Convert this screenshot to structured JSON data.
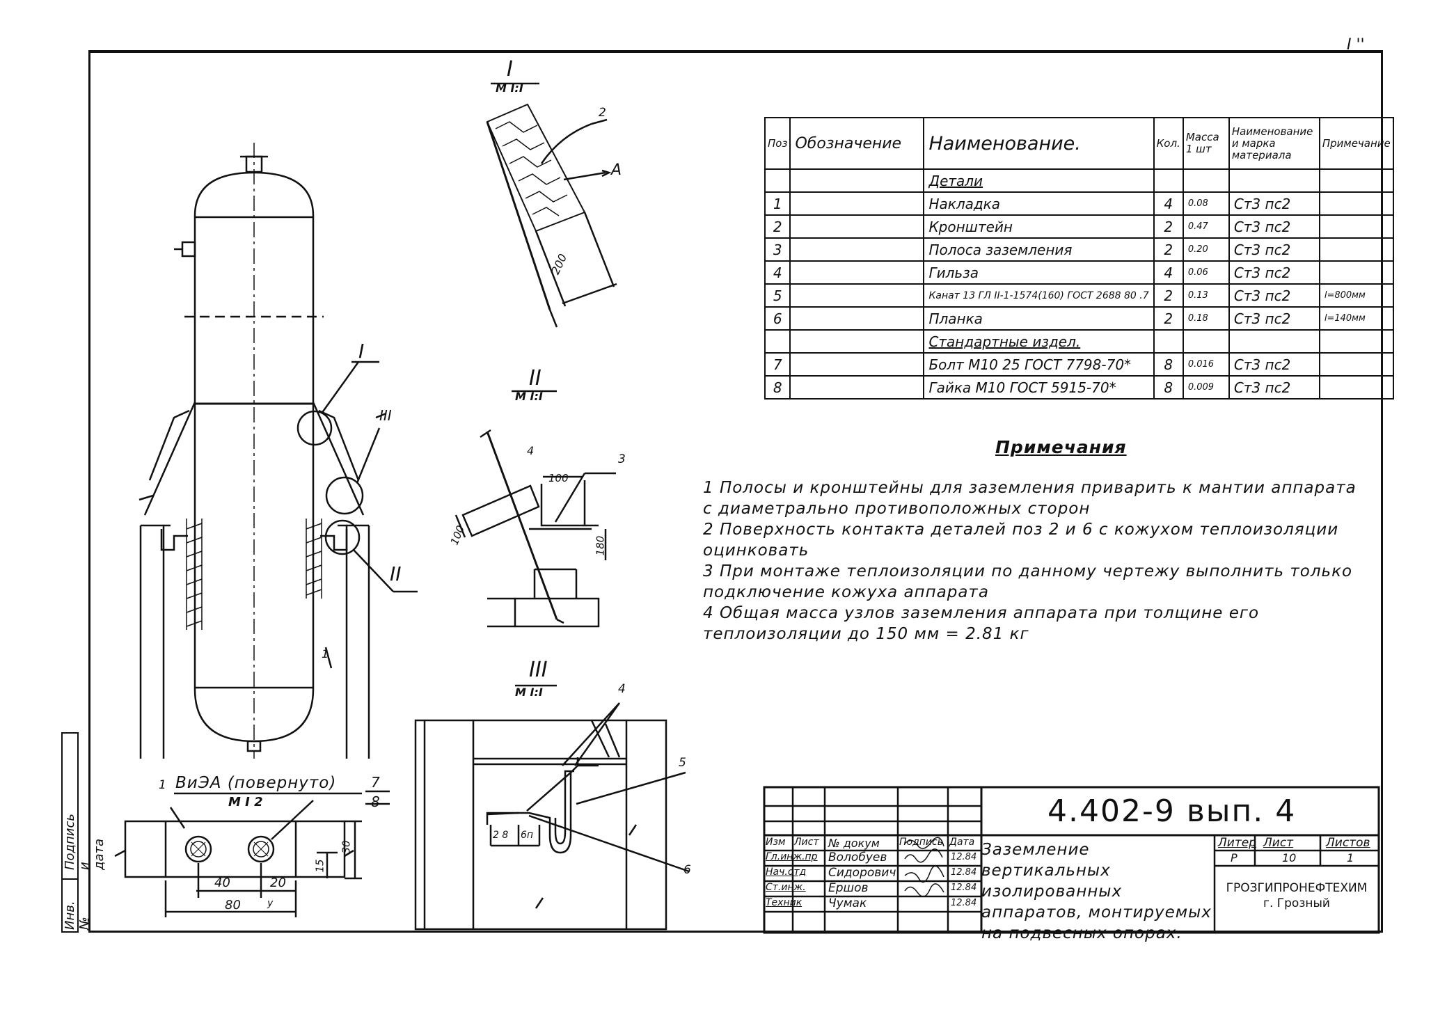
{
  "sheet": {
    "top_right_mark": "I ''"
  },
  "main_view": {
    "callout_1": "I",
    "callout_2": "II",
    "callout_3": "III",
    "leader_1": "1"
  },
  "detail_1": {
    "roman": "I",
    "scale": "M I:I",
    "pos_2": "2",
    "letter_a": "A",
    "dim": "200"
  },
  "detail_2": {
    "roman": "II",
    "scale": "M I:I",
    "pos_4": "4",
    "pos_3": "3",
    "dim_100_top": "100",
    "dim_100_left": "100",
    "dim_180": "180"
  },
  "detail_3": {
    "roman": "III",
    "scale": "M I:I",
    "pos_4": "4",
    "pos_5": "5",
    "pos_6": "6",
    "dim_28": "2 8",
    "dim_6": "6п"
  },
  "view_a": {
    "title": "ВиЭА (повернуто)",
    "scale": "M I 2",
    "pos_1": "1",
    "pos_7": "7",
    "pos_8": "8",
    "dim_40": "40",
    "dim_20": "20",
    "dim_80": "80",
    "dim_15": "15",
    "dim_30": "30",
    "mark_y": "y"
  },
  "spec": {
    "headers": [
      "Поз",
      "Обозначение",
      "Наименование.",
      "Кол.",
      "Масса 1 шт",
      "Наименование и марка материала",
      "Примечание"
    ],
    "rows": [
      {
        "pos": "",
        "desig": "",
        "name": "Детали",
        "qty": "",
        "mass": "",
        "mat": "",
        "note": "",
        "section": true
      },
      {
        "pos": "1",
        "desig": "",
        "name": "Накладка",
        "qty": "4",
        "mass": "0.08",
        "mat": "Ст3 пс2",
        "note": ""
      },
      {
        "pos": "2",
        "desig": "",
        "name": "Кронштейн",
        "qty": "2",
        "mass": "0.47",
        "mat": "Ст3 пс2",
        "note": ""
      },
      {
        "pos": "3",
        "desig": "",
        "name": "Полоса заземления",
        "qty": "2",
        "mass": "0.20",
        "mat": "Ст3 пс2",
        "note": ""
      },
      {
        "pos": "4",
        "desig": "",
        "name": "Гильза",
        "qty": "4",
        "mass": "0.06",
        "mat": "Ст3 пс2",
        "note": ""
      },
      {
        "pos": "5",
        "desig": "",
        "name": "Канат 13 ГЛ II-1-1574(160) ГОСТ 2688 80 .7",
        "qty": "2",
        "mass": "0.13",
        "mat": "Ст3 пс2",
        "note": "l=800мм"
      },
      {
        "pos": "6",
        "desig": "",
        "name": "Планка",
        "qty": "2",
        "mass": "0.18",
        "mat": "Ст3 пс2",
        "note": "l=140мм"
      },
      {
        "pos": "",
        "desig": "",
        "name": "Стандартные издел.",
        "qty": "",
        "mass": "",
        "mat": "",
        "note": "",
        "section": true
      },
      {
        "pos": "7",
        "desig": "",
        "name": "Болт М10 25 ГОСТ 7798-70*",
        "qty": "8",
        "mass": "0.016",
        "mat": "Ст3 пс2",
        "note": ""
      },
      {
        "pos": "8",
        "desig": "",
        "name": "Гайка М10 ГОСТ 5915-70*",
        "qty": "8",
        "mass": "0.009",
        "mat": "Ст3 пс2",
        "note": ""
      }
    ]
  },
  "notes": {
    "title": "Примечания",
    "items": [
      "1 Полосы и кронштейны для заземления приварить к мантии аппарата с диаметрально противоположных сторон",
      "2 Поверхность контакта деталей поз 2 и 6 с кожухом теплоизоляции оцинковать",
      "3 При монтаже теплоизоляции по данному чертежу выполнить только подключение кожуха аппарата",
      "4 Общая масса узлов заземления аппарата при толщине его теплоизоляции до 150 мм = 2.81 кг"
    ]
  },
  "title_block": {
    "code": "4.402-9 вып. 4",
    "title": "Заземление вертикальных изолированных аппаратов, монтируемых на подвесных опорах.",
    "org_line1": "ГРОЗГИПРОНЕФТЕХИМ",
    "org_line2": "г. Грозный",
    "lit_label": "Литер",
    "sheet_label": "Лист",
    "sheets_label": "Листов",
    "lit_value": "Р",
    "sheet_value": "10",
    "sheets_value": "1",
    "header_cols": [
      "Изм",
      "Лист",
      "№ докум",
      "Подпись",
      "Дата"
    ],
    "people": [
      {
        "role": "Гл.инж.пр",
        "name": "Волобуев",
        "date": "12.84"
      },
      {
        "role": "Нач.отд",
        "name": "Сидорович",
        "date": "12.84"
      },
      {
        "role": "Ст.инж.",
        "name": "Ершов",
        "date": "12.84"
      },
      {
        "role": "Техник",
        "name": "Чумак",
        "date": "12.84"
      }
    ]
  },
  "side_stamp": {
    "label_sign": "Подпись и дата",
    "label_inv": "Инв. №"
  }
}
